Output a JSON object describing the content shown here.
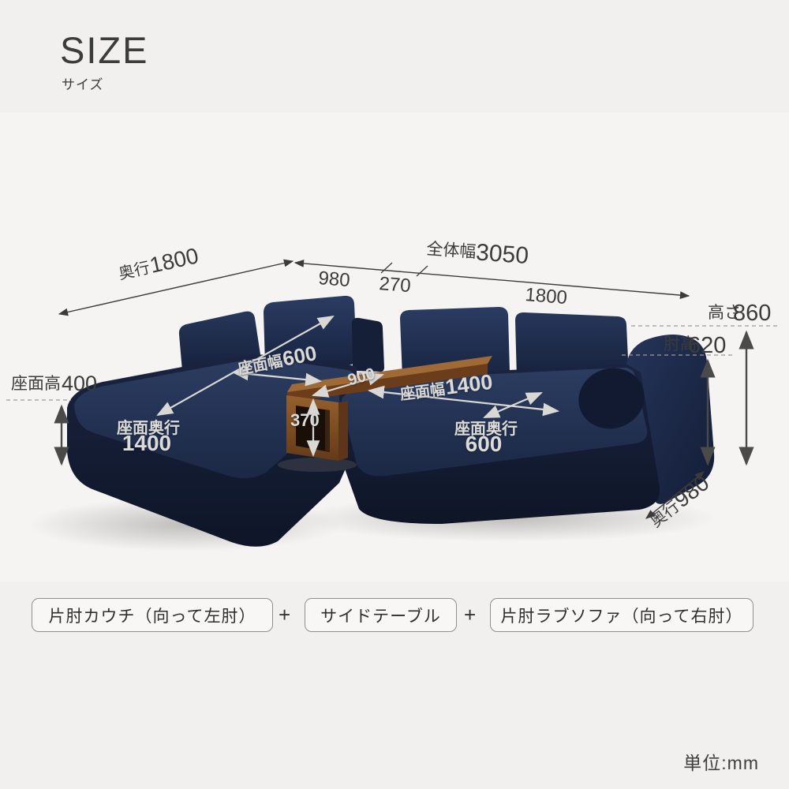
{
  "header": {
    "title": "SIZE",
    "subtitle": "サイズ"
  },
  "footer": {
    "unit": "単位:mm"
  },
  "colors": {
    "background": "#f1f0ee",
    "photo_background": "#f5f4f3",
    "sofa_navy": "#1c2946",
    "sofa_navy_dark": "#111a31",
    "table_walnut": "#8a5527",
    "annotation_dark": "#3b3b3b",
    "annotation_light": "#d9d8d5"
  },
  "dims": {
    "overall": {
      "label": "全体幅",
      "value": "3050",
      "seg1": "980",
      "seg2": "270",
      "seg3": "1800"
    },
    "depth_left": {
      "label": "奥行",
      "value": "1800"
    },
    "height": {
      "label": "高さ",
      "value": "860"
    },
    "arm_height": {
      "label": "肘高",
      "value": "620"
    },
    "seat_height": {
      "label": "座面高",
      "value": "400"
    },
    "depth_right": {
      "label": "奥行",
      "value": "980"
    },
    "couch_seat_width": {
      "label": "座面幅",
      "value": "600"
    },
    "couch_seat_depth": {
      "label": "座面奥行",
      "value": "1400"
    },
    "table_width": {
      "value": "900"
    },
    "table_open_height": {
      "value": "370"
    },
    "sofa_seat_width": {
      "label": "座面幅",
      "value": "1400"
    },
    "sofa_seat_depth": {
      "label": "座面奥行",
      "value": "600"
    }
  },
  "legend": {
    "item1": "片肘カウチ（向って左肘）",
    "separator": "+",
    "item2": "サイドテーブル",
    "item3": "片肘ラブソファ（向って右肘）"
  }
}
